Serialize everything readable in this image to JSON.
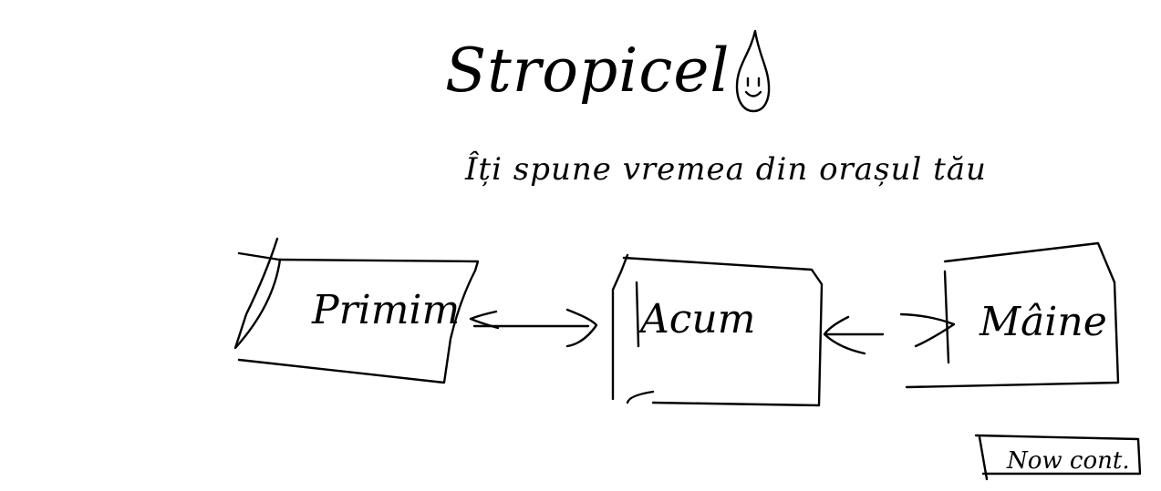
{
  "title": "Stropicel",
  "tagline": "Îți spune vremea din orașul tău",
  "logo_icon": "raindrop-face-icon",
  "boxes": [
    {
      "label": "Primim"
    },
    {
      "label": "Acum"
    },
    {
      "label": "Mâine"
    }
  ],
  "account_button": {
    "label": "Now cont."
  },
  "colors": {
    "ink": "#000000",
    "background": "#ffffff"
  }
}
